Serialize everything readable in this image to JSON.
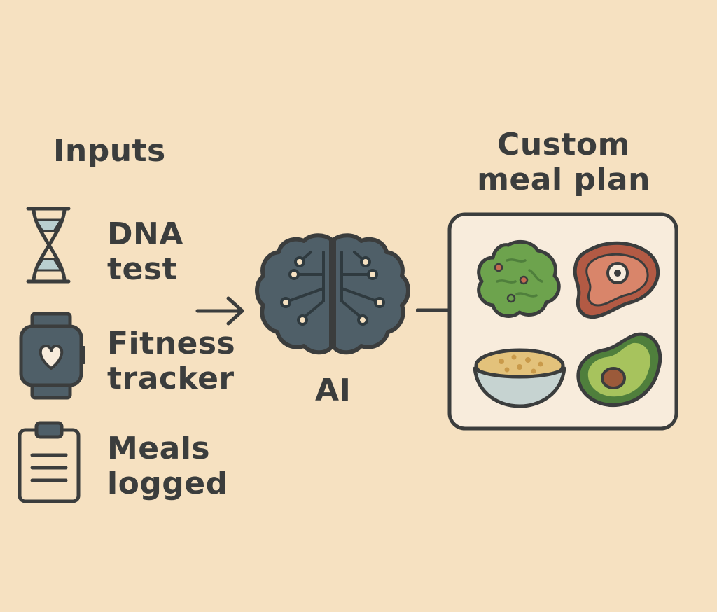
{
  "inputs_title": "Inputs",
  "inputs": [
    {
      "line1": "DNA",
      "line2": "test",
      "icon": "dna-icon"
    },
    {
      "line1": "Fitness",
      "line2": "tracker",
      "icon": "smartwatch-icon"
    },
    {
      "line1": "Meals",
      "line2": "logged",
      "icon": "clipboard-icon"
    }
  ],
  "ai_label": "AI",
  "ai_icon": "brain-circuit-icon",
  "output_title": {
    "line1": "Custom",
    "line2": "meal plan"
  },
  "meal_items": [
    {
      "icon": "leafy-greens-icon"
    },
    {
      "icon": "steak-icon"
    },
    {
      "icon": "grain-bowl-icon"
    },
    {
      "icon": "avocado-icon"
    }
  ],
  "colors": {
    "background": "#f6e1c1",
    "ink": "#3b3d3d",
    "slate": "#4f5f68",
    "panel": "#f8ecdc",
    "green": "#6da34d",
    "dark_green": "#4f7f3c",
    "meat": "#c46a50",
    "avocado_flesh": "#a7c35d",
    "pit": "#9b5a3a",
    "bowl": "#c6d3d1",
    "grain": "#e3c27b",
    "dna_stripe": "#b9cfd0"
  }
}
